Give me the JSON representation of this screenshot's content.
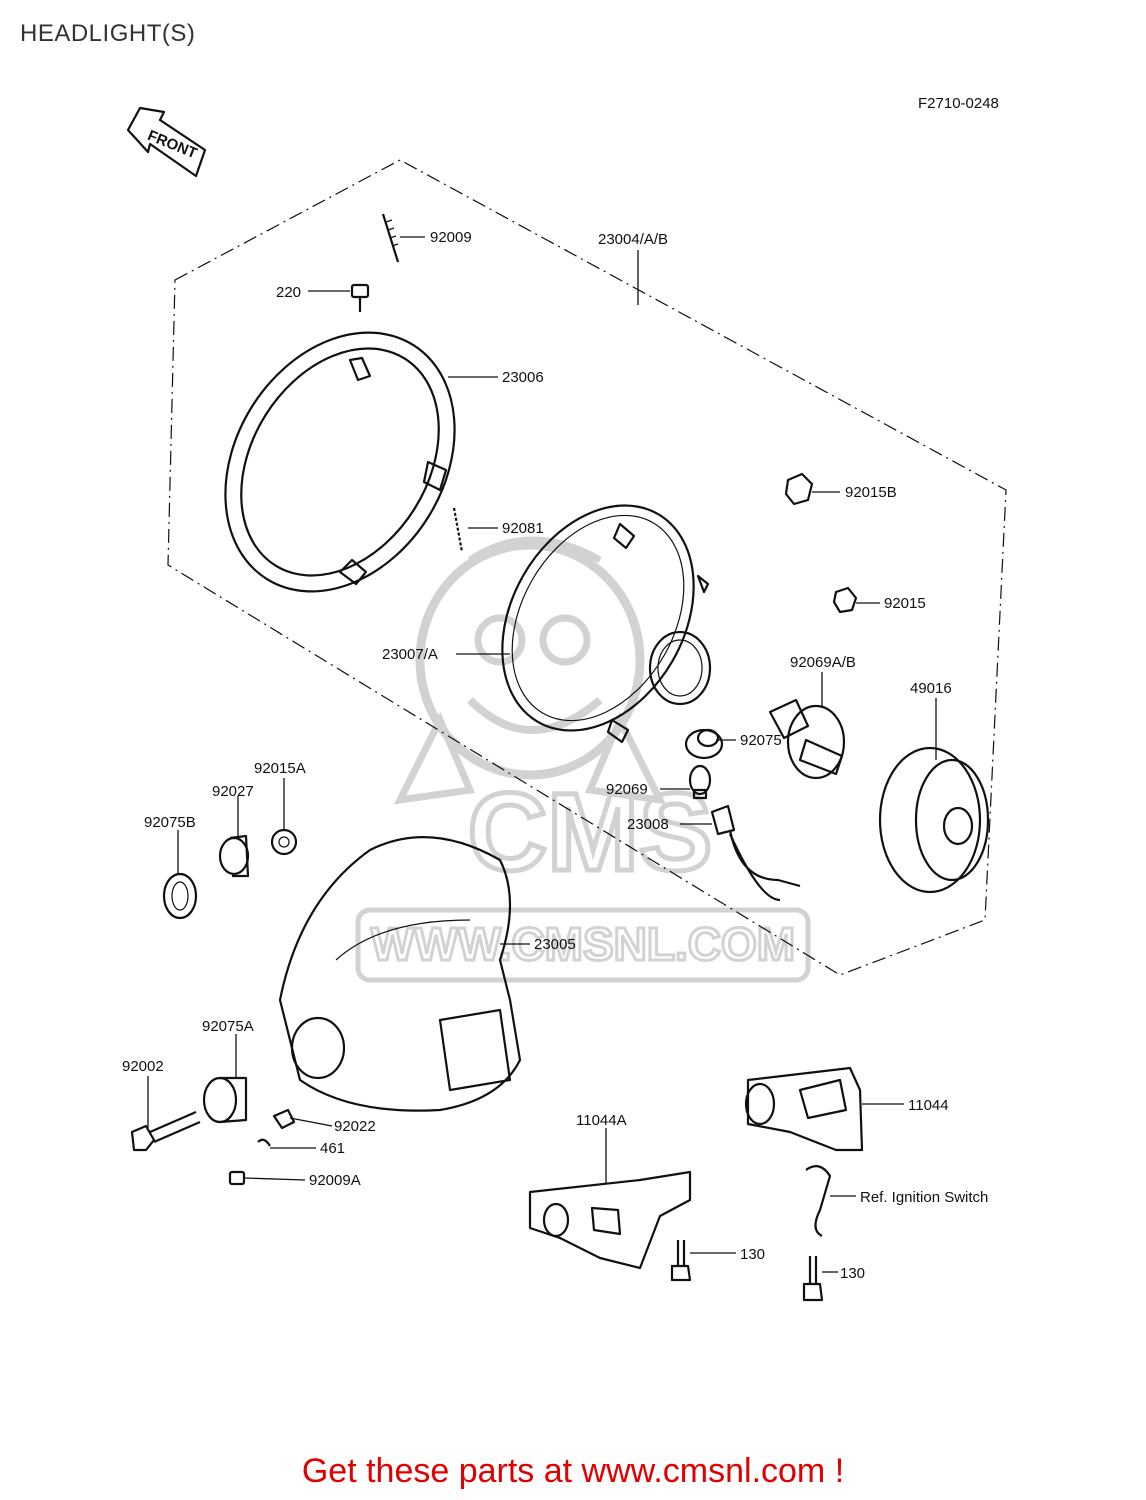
{
  "title": "HEADLIGHT(S)",
  "diagram_code": "F2710-0248",
  "front_arrow_label": "FRONT",
  "watermark": {
    "brand": "CMS",
    "url": "WWW.CMSNL.COM"
  },
  "footer": {
    "text": "Get these parts at www.cmsnl.com !",
    "color": "#e00000"
  },
  "colors": {
    "line": "#111111",
    "watermark": "#d2d2d2"
  },
  "callouts": {
    "p92009": "92009",
    "p23004": "23004/A/B",
    "p220": "220",
    "p23006": "23006",
    "p92081": "92081",
    "p92015B": "92015B",
    "p92015": "92015",
    "p23007": "23007/A",
    "p92069AB": "92069A/B",
    "p49016": "49016",
    "p92075": "92075",
    "p92069": "92069",
    "p23008": "23008",
    "p92015A": "92015A",
    "p92027": "92027",
    "p92075B": "92075B",
    "p23005": "23005",
    "p92075A": "92075A",
    "p92002": "92002",
    "p92022": "92022",
    "p461": "461",
    "p92009A": "92009A",
    "p11044A": "11044A",
    "p11044": "11044",
    "ref_ignition": "Ref. Ignition Switch",
    "p130a": "130",
    "p130b": "130"
  }
}
